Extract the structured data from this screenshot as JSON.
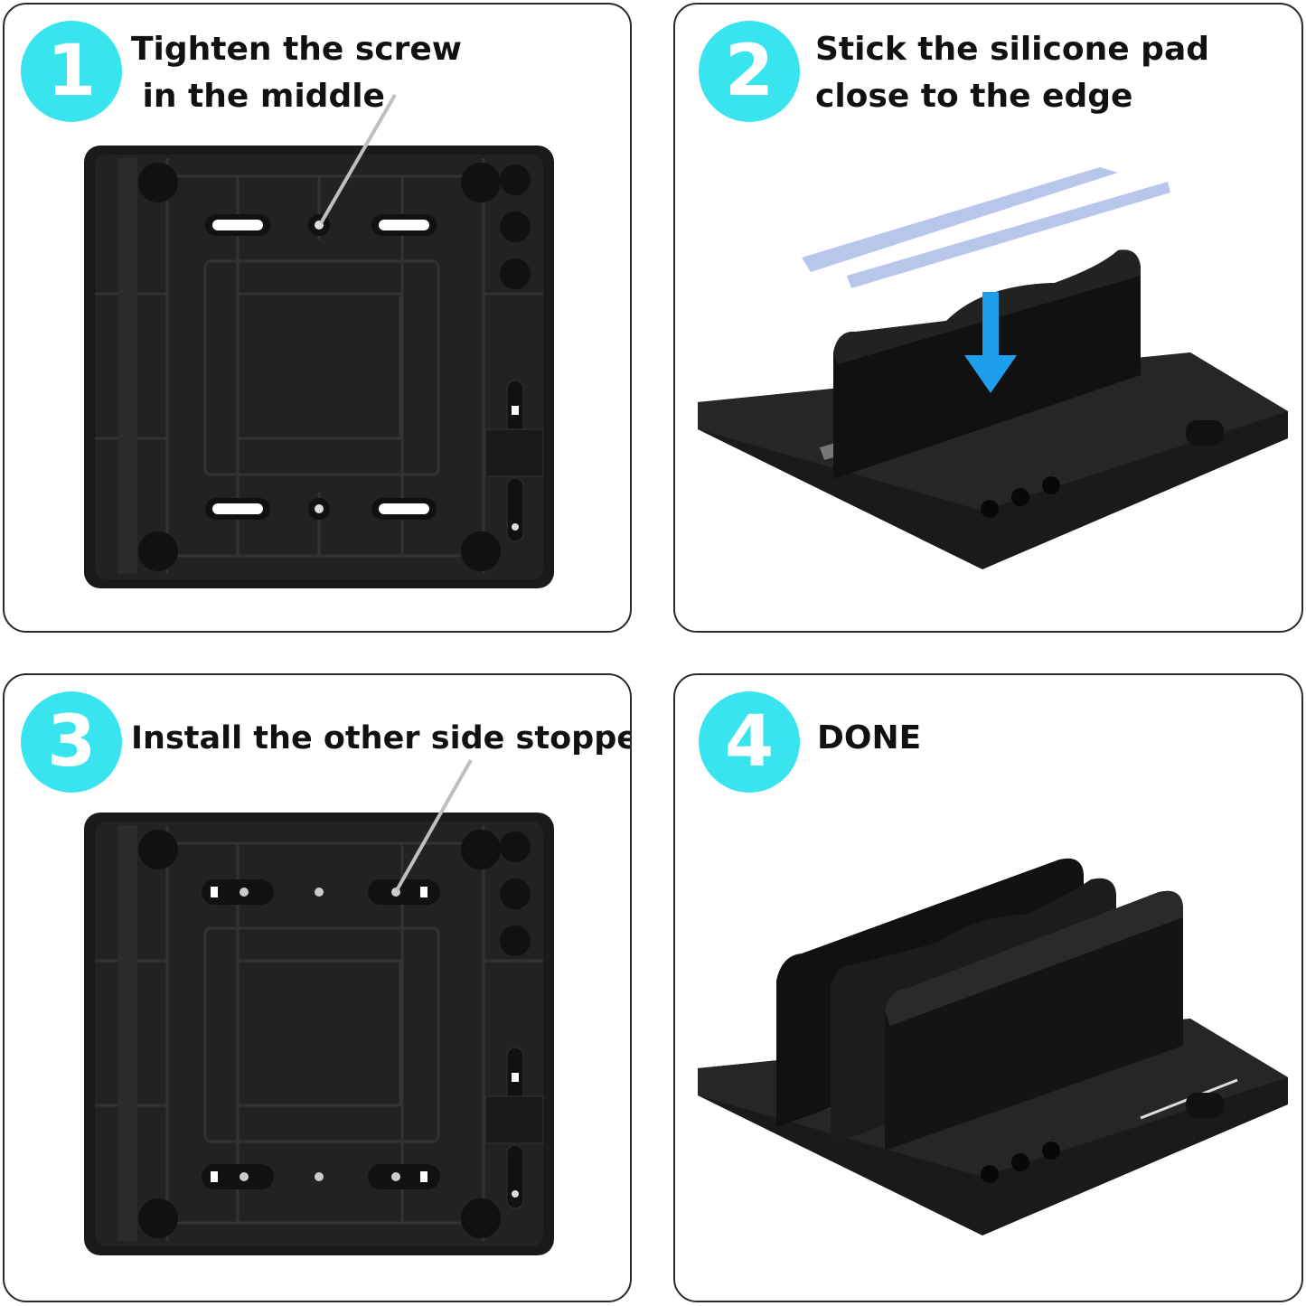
{
  "steps": [
    {
      "number": "1",
      "caption": "Tighten the screw\n in the middle",
      "image": "stand-bottom-screw"
    },
    {
      "number": "2",
      "caption": "Stick the silicone pad\nclose to the edge",
      "image": "stand-silicone-pad"
    },
    {
      "number": "3",
      "caption": "Install the other side stopper",
      "image": "stand-bottom-stopper"
    },
    {
      "number": "4",
      "caption": "DONE",
      "image": "stand-assembled"
    }
  ],
  "colors": {
    "badge": "#38e4ee",
    "plastic": "#1a1a1a",
    "pad": "#b9c6ec",
    "arrow": "#1e9fee"
  }
}
